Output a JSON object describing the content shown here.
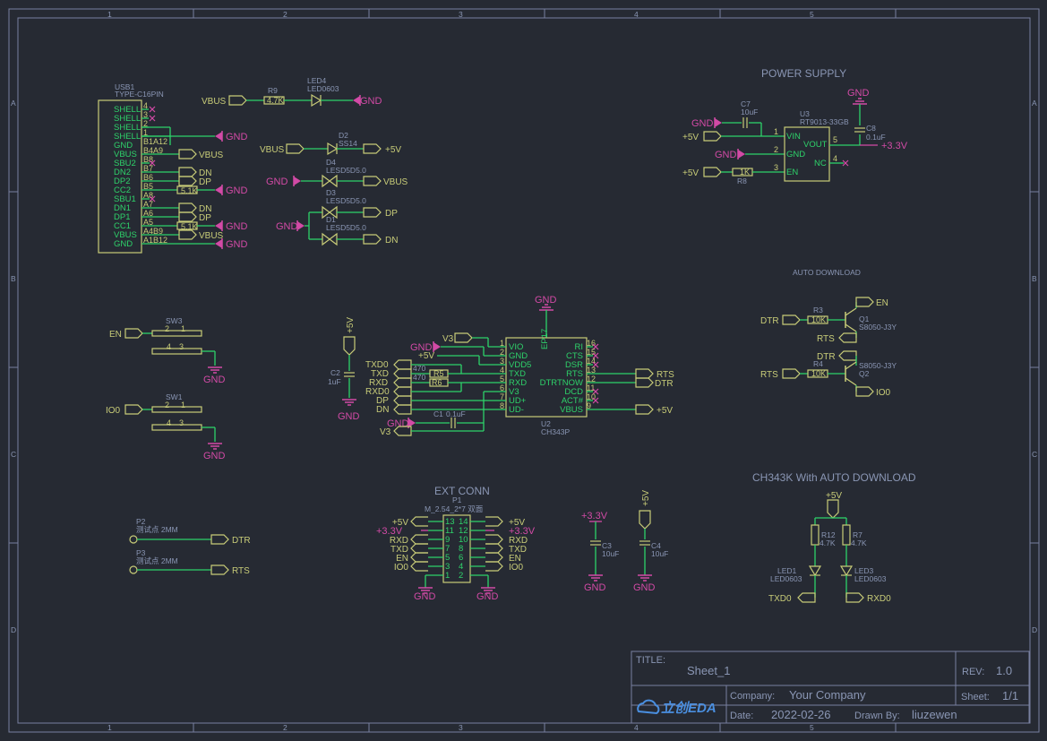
{
  "colors": {
    "background": "#262a33",
    "wire": "#2ed26a",
    "label": "#c8cc78",
    "ground": "#d24aa6",
    "text": "#8a96b4"
  },
  "frame": {
    "cols": [
      "1",
      "2",
      "3",
      "4",
      "5"
    ],
    "rows": [
      "A",
      "B",
      "C",
      "D"
    ]
  },
  "sections": {
    "power_supply": "POWER SUPPLY",
    "auto_download": "AUTO DOWNLOAD",
    "ext_conn": "EXT CONN",
    "ch343k": "CH343K With AUTO DOWNLOAD"
  },
  "nets": {
    "gnd": "GND",
    "vbus": "VBUS",
    "p5v": "+5V",
    "p33v": "+3.3V",
    "dn": "DN",
    "dp": "DP",
    "en": "EN",
    "io0": "IO0",
    "rts": "RTS",
    "dtr": "DTR",
    "txd": "TXD",
    "rxd": "RXD",
    "txd0": "TXD0",
    "rxd0": "RXD0",
    "v3": "V3"
  },
  "usb": {
    "ref": "USB1",
    "part": "TYPE-C16PIN",
    "pins": [
      "SHELL",
      "SHELL",
      "SHELL",
      "SHELL",
      "GND",
      "VBUS",
      "SBU2",
      "DN2",
      "DP2",
      "CC2",
      "SBU1",
      "DN1",
      "DP1",
      "CC1",
      "VBUS",
      "GND"
    ],
    "pin_nums": [
      "4",
      "3",
      "2",
      "1",
      "B1A12",
      "B4A9",
      "B8",
      "B7",
      "B6",
      "B5",
      "A8",
      "A7",
      "A6",
      "A5",
      "A4B9",
      "A1B12"
    ],
    "r_value": "5.1K"
  },
  "r9": {
    "ref": "R9",
    "value": "4.7K"
  },
  "led4": {
    "ref": "LED4",
    "part": "LED0603"
  },
  "d2": {
    "ref": "D2",
    "part": "SS14"
  },
  "d4": {
    "ref": "D4",
    "part": "LESD5D5.0"
  },
  "d3": {
    "ref": "D3",
    "part": "LESD5D5.0"
  },
  "d1": {
    "ref": "D1",
    "part": "LESD5D5.0"
  },
  "ldo": {
    "ref": "U3",
    "part": "RT9013-33GB",
    "pins": [
      "VIN",
      "GND",
      "EN",
      "VOUT",
      "NC"
    ],
    "pin_nums": [
      "1",
      "2",
      "3",
      "5",
      "4"
    ],
    "c7_ref": "C7",
    "c7_value": "10uF",
    "c8_ref": "C8",
    "c8_value": "0.1uF",
    "r8_ref": "R8",
    "r8_value": "1K"
  },
  "sw3": {
    "ref": "SW3",
    "pins": [
      "2",
      "1",
      "4",
      "3"
    ]
  },
  "sw1": {
    "ref": "SW1",
    "pins": [
      "2",
      "1",
      "4",
      "3"
    ]
  },
  "c2": {
    "ref": "C2",
    "value": "1uF"
  },
  "ch343": {
    "ref": "U2",
    "part": "CH343P",
    "left_pins": [
      "VIO",
      "GND",
      "VDD5",
      "TXD",
      "RXD",
      "V3",
      "UD+",
      "UD-"
    ],
    "left_nums": [
      "1",
      "2",
      "3",
      "4",
      "5",
      "6",
      "7",
      "8"
    ],
    "right_pins": [
      "RI",
      "CTS",
      "DSR",
      "RTS",
      "DTRTNOW",
      "DCD",
      "ACT#",
      "VBUS"
    ],
    "right_nums": [
      "16",
      "15",
      "14",
      "13",
      "12",
      "11",
      "10",
      "9"
    ],
    "ep": "EP17",
    "r5_ref": "R5",
    "r5_value": "470",
    "r6_ref": "R6",
    "r6_value": "470",
    "c1_ref": "C1",
    "c1_value": "0.1uF"
  },
  "q": {
    "r3_ref": "R3",
    "r3_value": "10K",
    "r4_ref": "R4",
    "r4_value": "10K",
    "q1_ref": "Q1",
    "q1_part": "S8050-J3Y",
    "q2_ref": "Q2",
    "q2_part": "S8050-J3Y"
  },
  "ext": {
    "ref": "P1",
    "part": "M_2.54_2*7 双面",
    "left_labels": [
      "+5V",
      "+3.3V",
      "RXD",
      "TXD",
      "EN",
      "IO0"
    ],
    "right_labels": [
      "+5V",
      "+3.3V",
      "RXD",
      "TXD",
      "EN",
      "IO0"
    ],
    "left_nums": [
      "13",
      "11",
      "9",
      "7",
      "5",
      "3",
      "1"
    ],
    "right_nums": [
      "14",
      "12",
      "10",
      "8",
      "6",
      "4",
      "2"
    ]
  },
  "tp": {
    "p2_ref": "P2",
    "p2_part": "测试点 2MM",
    "p3_ref": "P3",
    "p3_part": "测试点 2MM"
  },
  "caps": {
    "c3_ref": "C3",
    "c3_value": "10uF",
    "c4_ref": "C4",
    "c4_value": "10uF"
  },
  "leds": {
    "r12_ref": "R12",
    "r12_value": "4.7K",
    "r7_ref": "R7",
    "r7_value": "4.7K",
    "led1_ref": "LED1",
    "led1_part": "LED0603",
    "led3_ref": "LED3",
    "led3_part": "LED0603"
  },
  "title_block": {
    "title_label": "TITLE:",
    "title": "Sheet_1",
    "rev_label": "REV:",
    "rev": "1.0",
    "company_label": "Company:",
    "company": "Your Company",
    "sheet_label": "Sheet:",
    "sheet": "1/1",
    "date_label": "Date:",
    "date": "2022-02-26",
    "drawn_label": "Drawn By:",
    "drawn": "liuzewen",
    "logo": "立创EDA"
  }
}
